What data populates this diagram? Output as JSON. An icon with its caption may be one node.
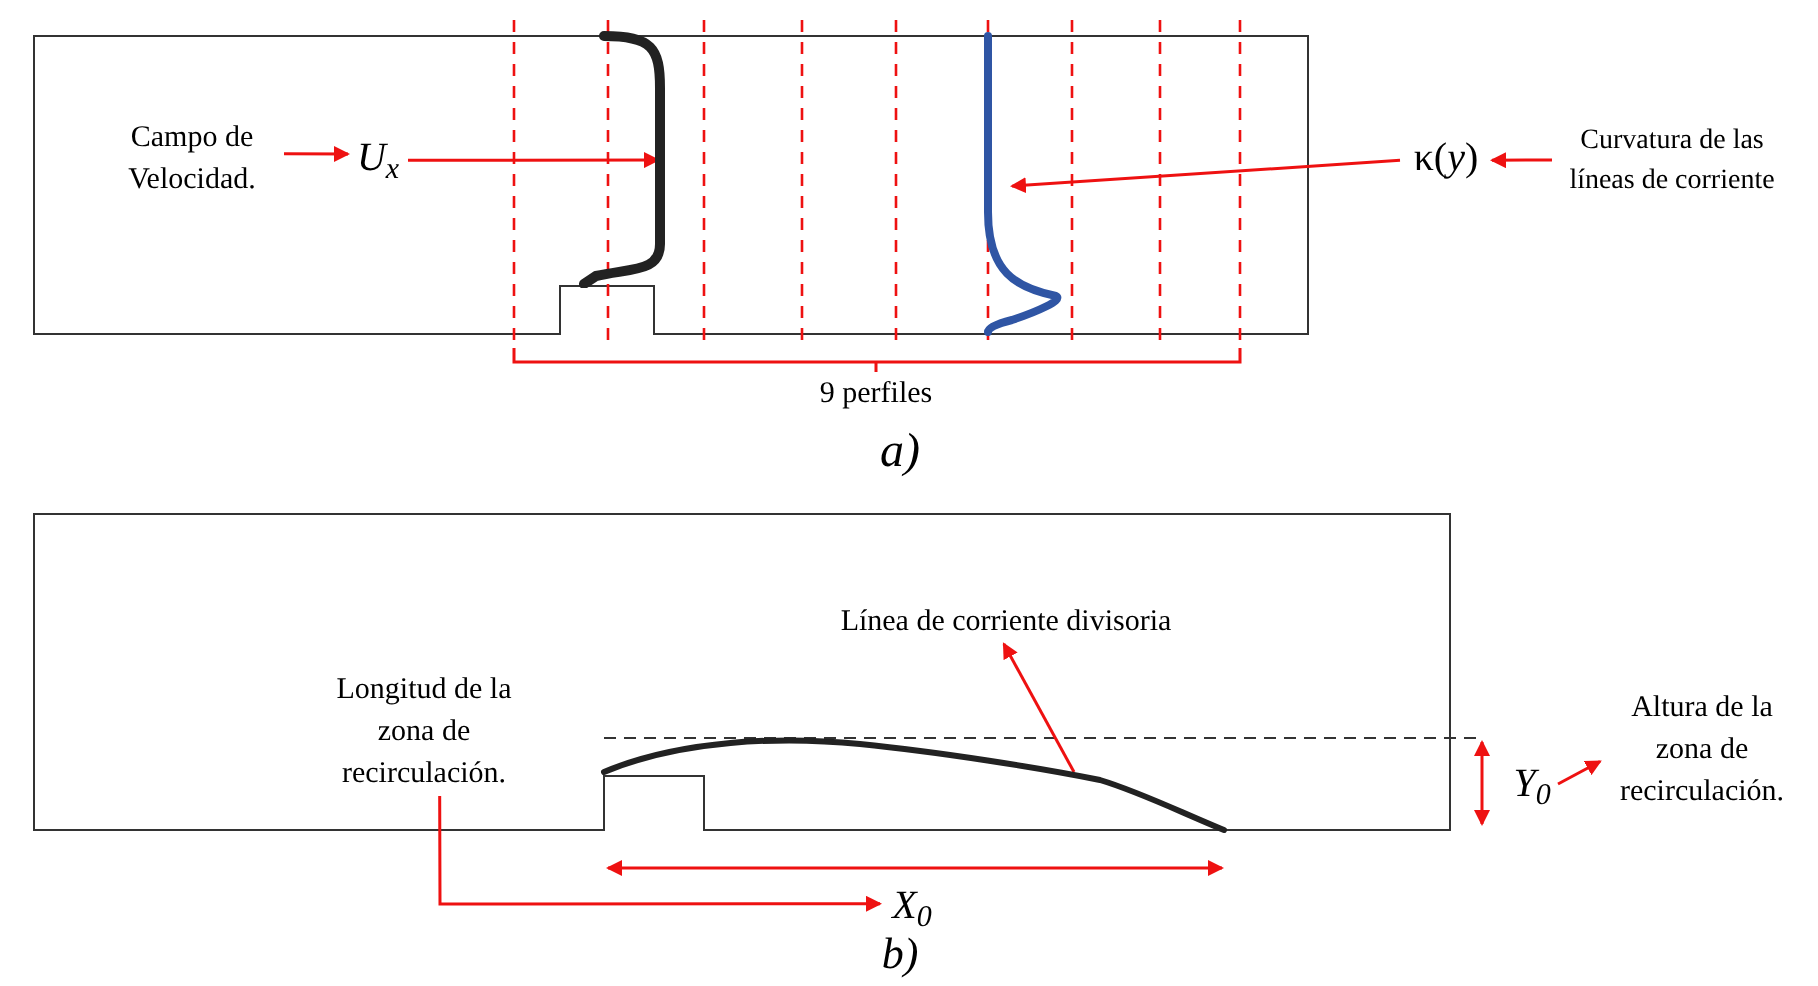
{
  "diagram": {
    "nodes": [
      {
        "text": [
          "Campo de Velocidad."
        ]
      },
      {
        "text": [
          "U$_{x}$"
        ]
      },
      {
        "text": [],
        "shape": "picture"
      },
      {
        "text": [
          "κ(*y*)"
        ]
      },
      {
        "text": [
          "Curvatura de las líneas de corriente"
        ]
      },
      {
        "text": [],
        "shape": "picture"
      },
      {
        "text": [
          "Línea de corriente divisoria"
        ]
      },
      {
        "text": [],
        "shape": "picture"
      },
      {
        "text": [
          "Longitud de la zona de recirculación."
        ]
      },
      {
        "text": [
          "X$_{0}$"
        ]
      },
      {
        "text": [
          "Y$_{0}$"
        ]
      },
      {
        "text": [
          "Altura de la zona de recirculación."
        ]
      }
    ],
    "edges": [
      {
        "from": 0,
        "to": 1,
        "arrow": "to"
      },
      {
        "from": 1,
        "to": 2,
        "arrow": "to"
      },
      {
        "from": 4,
        "to": 3,
        "arrow": "to"
      },
      {
        "from": 3,
        "to": 5,
        "arrow": "to"
      },
      {
        "from": 7,
        "to": 6,
        "arrow": "to"
      },
      {
        "from": 8,
        "to": 9,
        "arrow": "to"
      },
      {
        "from": 10,
        "to": 11,
        "arrow": "to"
      }
    ],
    "labels": [
      "9 perfiles",
      "a)",
      "b)"
    ]
  }
}
